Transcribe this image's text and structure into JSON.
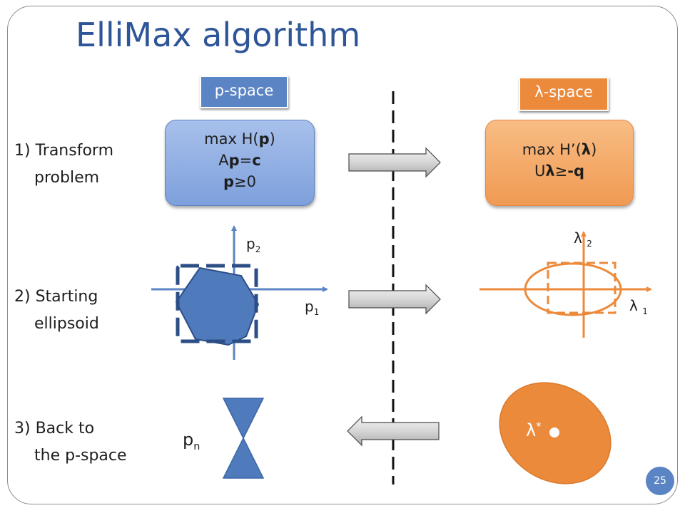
{
  "title": "ElliMax algorithm",
  "tags": {
    "p_space": "p-space",
    "lambda_space": "λ-space"
  },
  "p_problem": {
    "line1_pre": "max H(",
    "line1_bold": "p",
    "line1_post": ")",
    "line2_pre": "A",
    "line2_bold": "p",
    "line2_post": "=",
    "line2_bold2": "c",
    "line3_bold": "p",
    "line3_post": "≥0"
  },
  "lambda_problem": {
    "line1_pre": "max H’(",
    "line1_bold": "λ",
    "line1_post": ")",
    "line2_pre": "U",
    "line2_bold": "λ",
    "line2_post": "≥",
    "line2_bold2": "-q"
  },
  "steps": [
    {
      "line1": "1) Transform",
      "line2": "problem"
    },
    {
      "line1": "2) Starting",
      "line2": "ellipsoid"
    },
    {
      "line1": "3) Back to",
      "line2": "the p-space"
    }
  ],
  "axes": {
    "p2": {
      "base": "p",
      "sub": "2"
    },
    "p1": {
      "base": "p",
      "sub": "1"
    },
    "l2": {
      "base": "λ ",
      "sub": "2"
    },
    "l1": {
      "base": "λ ",
      "sub": "1"
    }
  },
  "pn": {
    "base": "p",
    "sub": "n"
  },
  "lambda_star": {
    "base": "λ",
    "sup": "*"
  },
  "page_number": "25",
  "colors": {
    "blue": "#5b84c4",
    "orange": "#ec8a3c",
    "title": "#2e5597",
    "dark_blue": "#2c4e86"
  }
}
